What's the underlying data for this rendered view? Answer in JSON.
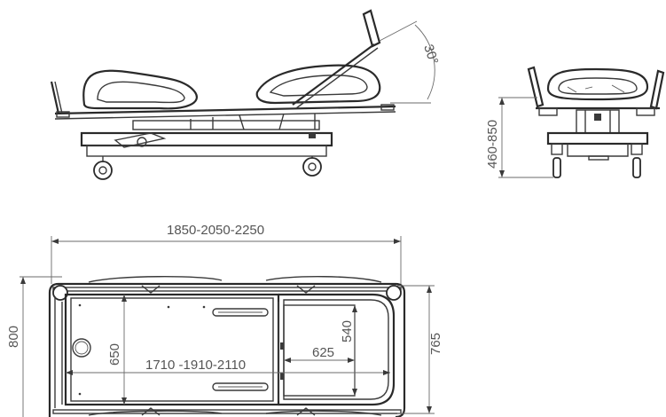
{
  "dimensions": {
    "backrest_angle": "30°",
    "height_range": "460-850",
    "overall_length": "1850-2050-2250",
    "overall_width": "800",
    "mattress_length": "1710 -1910-2110",
    "mattress_width": "650",
    "section_length": "625",
    "section_width": "540",
    "width_at_rails": "765"
  }
}
